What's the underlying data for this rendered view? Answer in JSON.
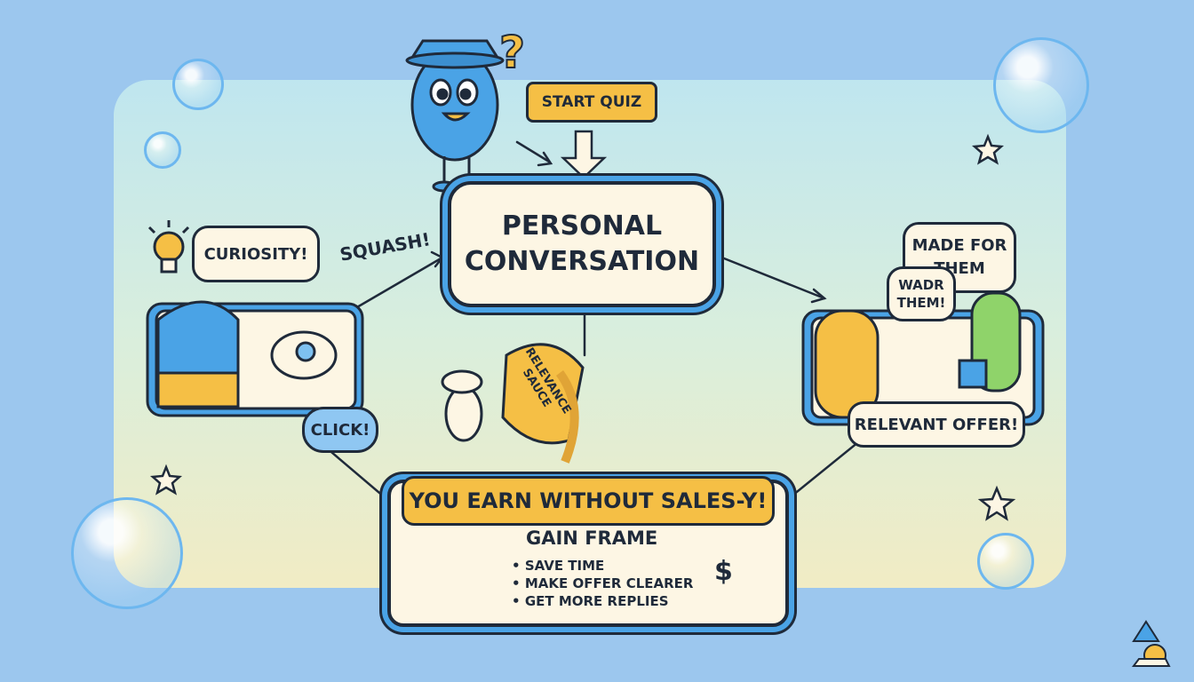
{
  "start_quiz": "START QUIZ",
  "center_title": "PERSONAL\nCONVERSATION",
  "squash": "SQUASH!",
  "curiosity": "CURIOSITY!",
  "click": "CLICK!",
  "relevance_sauce": "RELEVANCE\nSAUCE",
  "made_for_them": "MADE FOR\nTHEM",
  "wadr_them": "WADR\nTHEM!",
  "relevant_offer": "RELEVANT OFFER!",
  "bottom_title": "YOU EARN WITHOUT SALES-Y!",
  "gain_frame": "GAIN FRAME",
  "benefits": [
    "SAVE TIME",
    "MAKE OFFER CLEARER",
    "GET MORE REPLIES"
  ],
  "coin_symbol": "$",
  "question_mark": "?",
  "colors": {
    "accent_blue": "#4aa3e6",
    "accent_yellow": "#f5bf45",
    "outline": "#1f2a3a",
    "card": "#fdf6e4",
    "background": "#9cc7ee"
  }
}
